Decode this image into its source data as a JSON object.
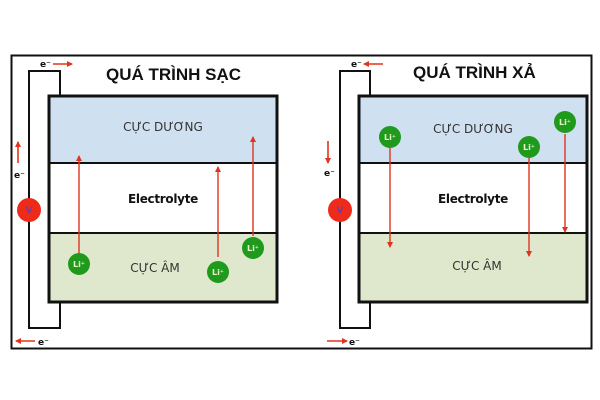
{
  "colors": {
    "positive_electrode": "#cfe0f1",
    "electrolyte": "#ffffff",
    "negative_electrode": "#dfe8cc",
    "ion": "#1f9a1c",
    "ion_text": "#e8f5c8",
    "voltmeter": "#ee2a1a",
    "arrow": "#e0341f",
    "wire": "#111111"
  },
  "panels": [
    {
      "id": "charging",
      "title": "QUÁ TRÌNH SẠC",
      "top_layer": "CỰC DƯƠNG",
      "middle_layer": "Electrolyte",
      "bottom_layer": "CỰC ÂM",
      "voltmeter_label": "V",
      "electron_label": "e⁻",
      "ion_label": "Li⁺",
      "ion_direction": "up",
      "electron_flow_top": "right",
      "electron_flow_side": "up",
      "electron_flow_bottom": "left",
      "ions_in": "bottom"
    },
    {
      "id": "discharging",
      "title": "QUÁ TRÌNH XẢ",
      "top_layer": "CỰC DƯƠNG",
      "middle_layer": "Electrolyte",
      "bottom_layer": "CỰC ÂM",
      "voltmeter_label": "V",
      "electron_label": "e⁻",
      "ion_label": "Li⁺",
      "ion_direction": "down",
      "electron_flow_top": "left",
      "electron_flow_side": "down",
      "electron_flow_bottom": "right",
      "ions_in": "top"
    }
  ]
}
